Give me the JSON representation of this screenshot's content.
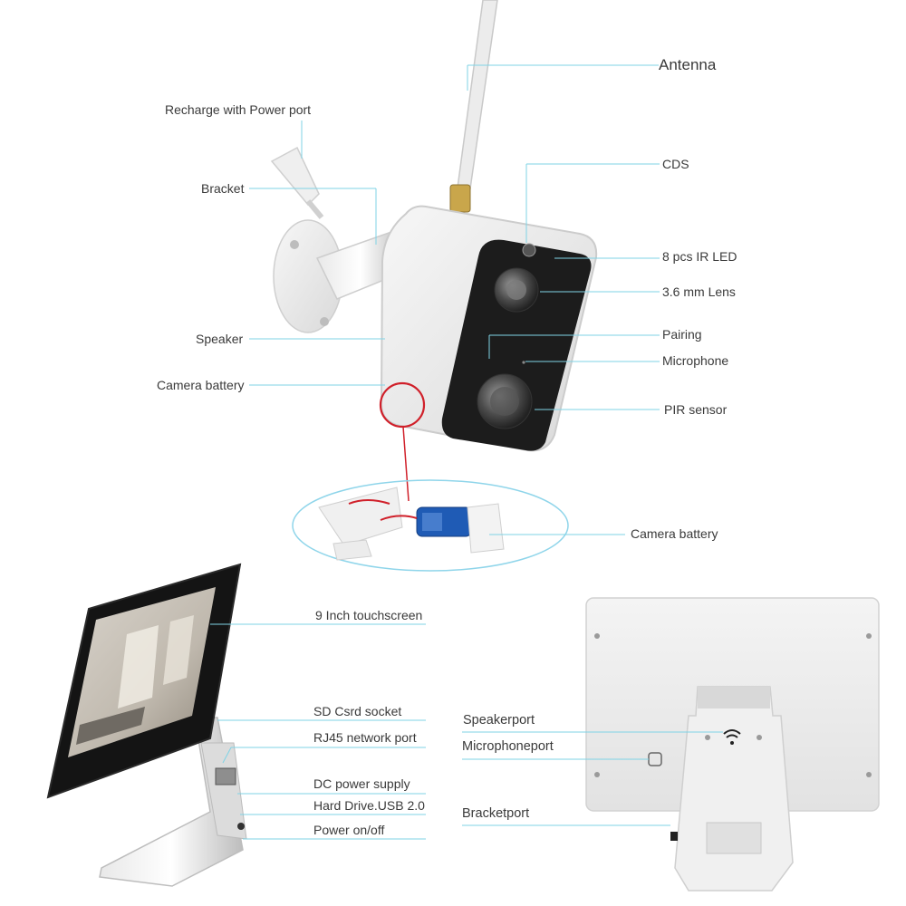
{
  "camera_labels": {
    "antenna": "Antenna",
    "recharge": "Recharge with Power port",
    "bracket": "Bracket",
    "cds": "CDS",
    "ir_led": "8 pcs IR LED",
    "lens": "3.6 mm Lens",
    "pairing": "Pairing",
    "microphone": "Microphone",
    "speaker": "Speaker",
    "camera_battery": "Camera battery",
    "pir": "PIR sensor",
    "camera_battery_detail": "Camera battery"
  },
  "monitor_labels": {
    "touchscreen": "9 Inch touchscreen",
    "sd_socket": "SD Csrd socket",
    "rj45": "RJ45 network port",
    "dc_power": "DC power supply",
    "hard_drive": "Hard Drive.USB 2.0",
    "power": "Power on/off"
  },
  "back_labels": {
    "speakerport": "Speakerport",
    "microphoneport": "Microphoneport",
    "bracketport": "Bracketport"
  },
  "colors": {
    "leader": "#7fd3e6",
    "highlight_circle": "#d0202a",
    "battery_blue": "#1f5bb5",
    "camera_face": "#1a1a1a"
  }
}
